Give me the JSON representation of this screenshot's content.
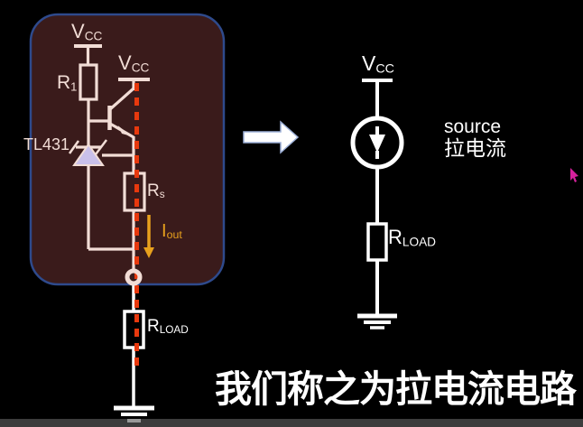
{
  "theme": {
    "bg": "#000000",
    "box-fill": "#3a1b1b",
    "box-border": "#2e4a8c",
    "cream": "#f2ddd6",
    "white": "#ffffff",
    "red": "#e8390e",
    "orange": "#e8a11d",
    "tl431": "#c9c0ea",
    "strip": "#3c3c3c",
    "magenta": "#d6219c"
  },
  "left_circuit": {
    "vcc_top": {
      "base": "V",
      "sub": "CC"
    },
    "vcc_inner": {
      "base": "V",
      "sub": "CC"
    },
    "r1": {
      "base": "R",
      "sub": "1"
    },
    "tl431_label": "TL431",
    "rs": {
      "base": "R",
      "sub": "s"
    },
    "iout": {
      "base": "I",
      "sub": "out"
    },
    "rload": {
      "base": "R",
      "sub": "LOAD"
    }
  },
  "right_circuit": {
    "vcc": {
      "base": "V",
      "sub": "CC"
    },
    "source_label": "source",
    "source_label_cn": "拉电流",
    "rload": {
      "base": "R",
      "sub": "LOAD"
    }
  },
  "caption": "我们称之为拉电流电路"
}
